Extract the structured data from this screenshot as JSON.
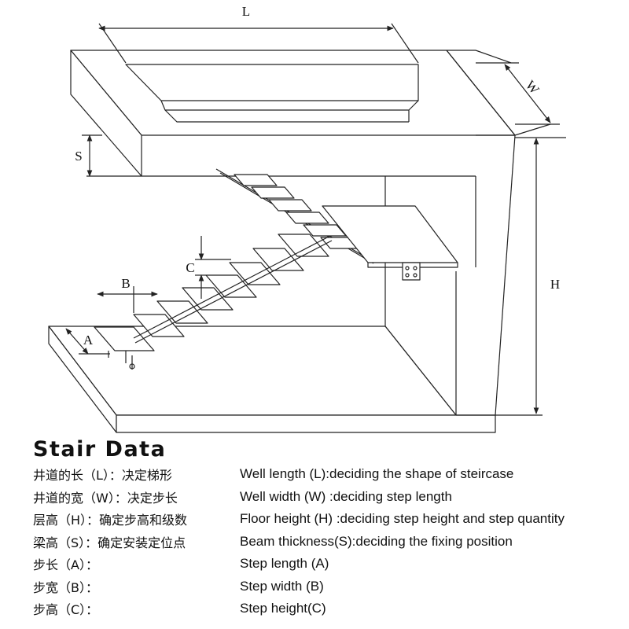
{
  "diagram": {
    "labels": {
      "L": "L",
      "W": "W",
      "S": "S",
      "H": "H",
      "A": "A",
      "B": "B",
      "C": "C"
    }
  },
  "stair_data": {
    "title": "Stair Data",
    "rows": [
      {
        "zh": "井道的长（L）：决定梯形",
        "en": "Well length (L):deciding the shape of steircase"
      },
      {
        "zh": "井道的宽（W）：决定步长",
        "en": "Well width (W) :deciding step length"
      },
      {
        "zh": "层高（H）：确定步高和级数",
        "en": "Floor height (H) :deciding step height and step quantity"
      },
      {
        "zh": "梁高（S）：确定安装定位点",
        "en": "Beam thickness(S):deciding the fixing position"
      },
      {
        "zh": "步长（A）：",
        "en": "Step length (A)"
      },
      {
        "zh": "步宽（B）：",
        "en": "Step width (B)"
      },
      {
        "zh": "步高（C）：",
        "en": "Step height(C)"
      }
    ]
  }
}
